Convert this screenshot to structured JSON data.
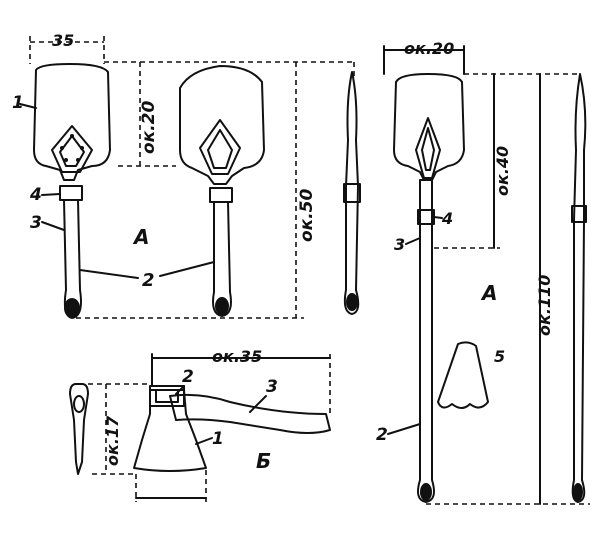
{
  "labels": {
    "small_shovel": {
      "part_1": "1",
      "part_2": "2",
      "part_3": "3",
      "part_4": "4",
      "variant": "A",
      "dim_width": "35",
      "dim_blade": "ок.20",
      "dim_length": "ок.50"
    },
    "large_shovel": {
      "part_2": "2",
      "part_3": "3",
      "part_4": "4",
      "part_5": "5",
      "variant": "А",
      "dim_width": "ок.20",
      "dim_blade": "ок.40",
      "dim_length": "ок.110"
    },
    "axe": {
      "part_1": "1",
      "part_2": "2",
      "part_3": "3",
      "variant": "Б",
      "dim_length": "ок.35",
      "dim_height": "ок.17"
    }
  }
}
